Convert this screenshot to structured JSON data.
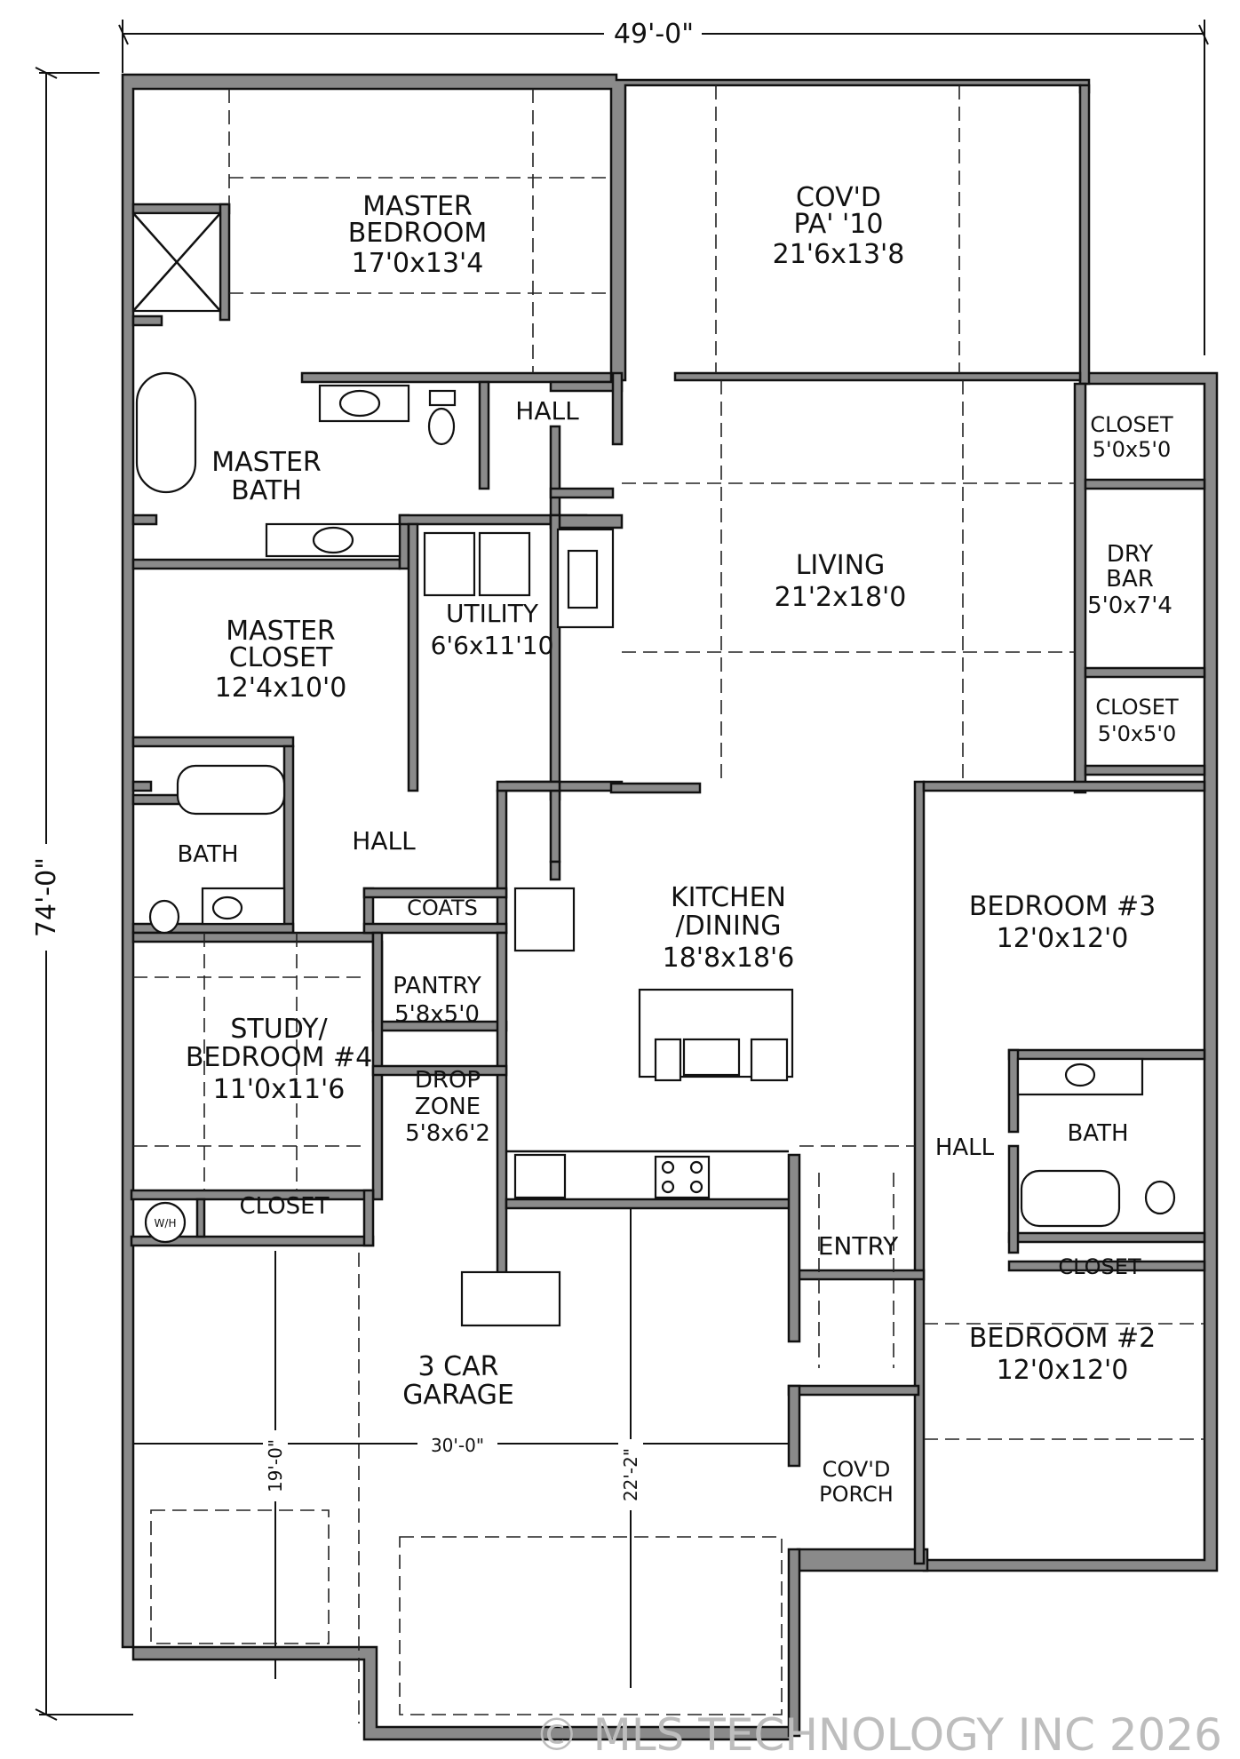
{
  "dimensions": {
    "overall_width": "49'-0\"",
    "overall_depth": "74'-0\"",
    "garage_width": "30'-0\"",
    "garage_depth_left": "19'-0\"",
    "garage_depth_right": "22'-2\""
  },
  "rooms": {
    "master_bedroom": {
      "name_line1": "MASTER",
      "name_line2": "BEDROOM",
      "size": "17'0x13'4"
    },
    "covd_patio": {
      "name_line1": "COV'D",
      "name_line2": "PA' '10",
      "size": "21'6x13'8"
    },
    "hall_top": {
      "name": "HALL"
    },
    "closet_top_right": {
      "name": "CLOSET",
      "size": "5'0x5'0"
    },
    "master_bath": {
      "name_line1": "MASTER",
      "name_line2": "BATH"
    },
    "dry_bar": {
      "name_line1": "DRY",
      "name_line2": "BAR",
      "size": "5'0x7'4"
    },
    "living": {
      "name": "LIVING",
      "size": "21'2x18'0"
    },
    "utility": {
      "name": "UTILITY",
      "size": "6'6x11'10"
    },
    "master_closet": {
      "name_line1": "MASTER",
      "name_line2": "CLOSET",
      "size": "12'4x10'0"
    },
    "closet_mid_right": {
      "name": "CLOSET",
      "size": "5'0x5'0"
    },
    "bath_left": {
      "name": "BATH"
    },
    "hall_mid": {
      "name": "HALL"
    },
    "coats": {
      "name": "COATS"
    },
    "kitchen_dining": {
      "name_line1": "KITCHEN",
      "name_line2": "/DINING",
      "size": "18'8x18'6"
    },
    "bedroom3": {
      "name": "BEDROOM #3",
      "size": "12'0x12'0"
    },
    "pantry": {
      "name": "PANTRY",
      "size": "5'8x5'0"
    },
    "study": {
      "name_line1": "STUDY/",
      "name_line2": "BEDROOM #4",
      "size": "11'0x11'6"
    },
    "drop_zone": {
      "name_line1": "DROP",
      "name_line2": "ZONE",
      "size": "5'8x6'2"
    },
    "hall_right": {
      "name": "HALL"
    },
    "bath_right": {
      "name": "BATH"
    },
    "closet_study": {
      "name": "CLOSET"
    },
    "entry": {
      "name": "ENTRY"
    },
    "closet_bed2": {
      "name": "CLOSET"
    },
    "bedroom2": {
      "name": "BEDROOM #2",
      "size": "12'0x12'0"
    },
    "garage": {
      "name_line1": "3 CAR",
      "name_line2": "GARAGE"
    },
    "covd_porch": {
      "name_line1": "COV'D",
      "name_line2": "PORCH"
    },
    "water_heater": {
      "name": "W/H"
    }
  },
  "watermark": "© MLS TECHNOLOGY INC 2026",
  "colors": {
    "wall": "#8a8a8a",
    "line": "#111111",
    "watermark": "#bdbdbd"
  }
}
